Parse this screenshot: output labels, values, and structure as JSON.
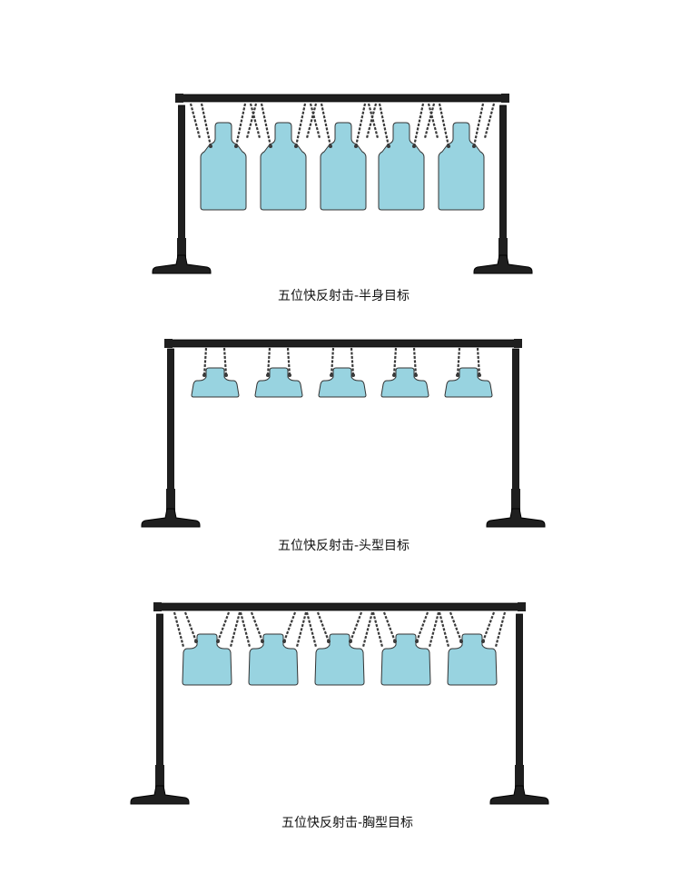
{
  "colors": {
    "frame": "#1f1f1f",
    "frame_edge": "#000000",
    "chain": "#3a3a3a",
    "target_fill": "#98d3e0",
    "target_stroke": "#333333"
  },
  "figures": [
    {
      "caption": "五位快反射击-半身目标",
      "target_shape": "half-body",
      "target_count": 5
    },
    {
      "caption": "五位快反射击-头型目标",
      "target_shape": "head",
      "target_count": 5
    },
    {
      "caption": "五位快反射击-胸型目标",
      "target_shape": "chest",
      "target_count": 5
    }
  ]
}
